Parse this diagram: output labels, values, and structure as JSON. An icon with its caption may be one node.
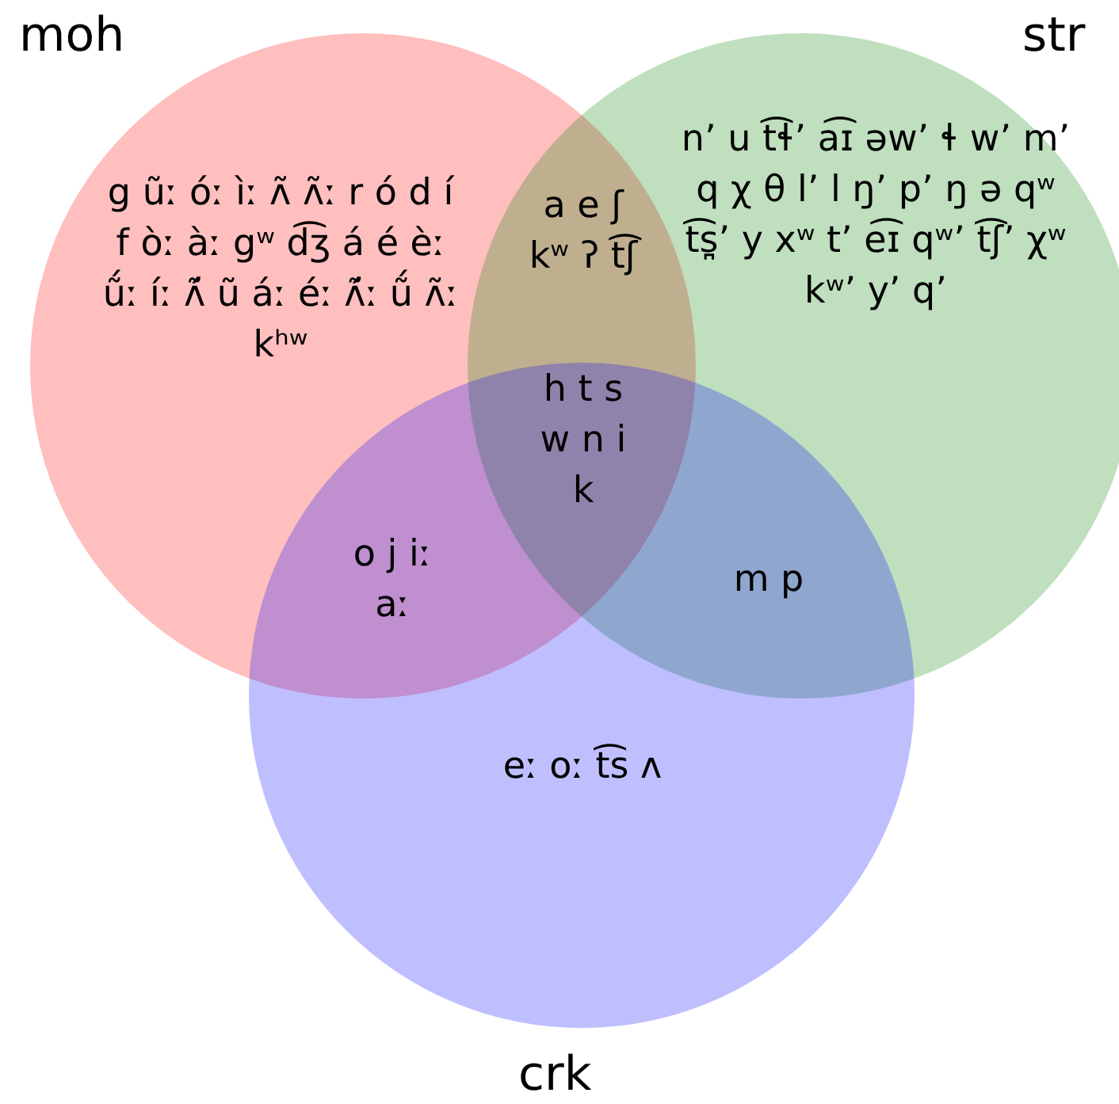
{
  "diagram": {
    "nodes": [
      {
        "text": [
          "moh"
        ]
      },
      {
        "text": [
          "str"
        ]
      },
      {
        "text": [
          "crk"
        ]
      }
    ],
    "labels": [
      "g ũː óː ìː ʌ̃ ʌ̃ː r ó d í f òː àː gʷ d͡ʒ á é èː ṹː íː ʌ̃́ ũ áː éː ʌ̃́ː ṹ ʌ̃ː kʰʷ",
      "n’ u t͡ɬ’ a͡ɪ əw’ ɬ w’ m’ q χ θ l’ l ŋ’ p’ ŋ ə qʷ t͡s̪’ y xʷ t’ e͡ɪ qʷ’ t͡ʃ’ χʷ kʷ’ y’ q’",
      "a e ʃ kʷ ʔ t͡ʃ",
      "h t s w n i k",
      "o j iː aː",
      "m p",
      "eː oː t͡s ʌ"
    ]
  }
}
